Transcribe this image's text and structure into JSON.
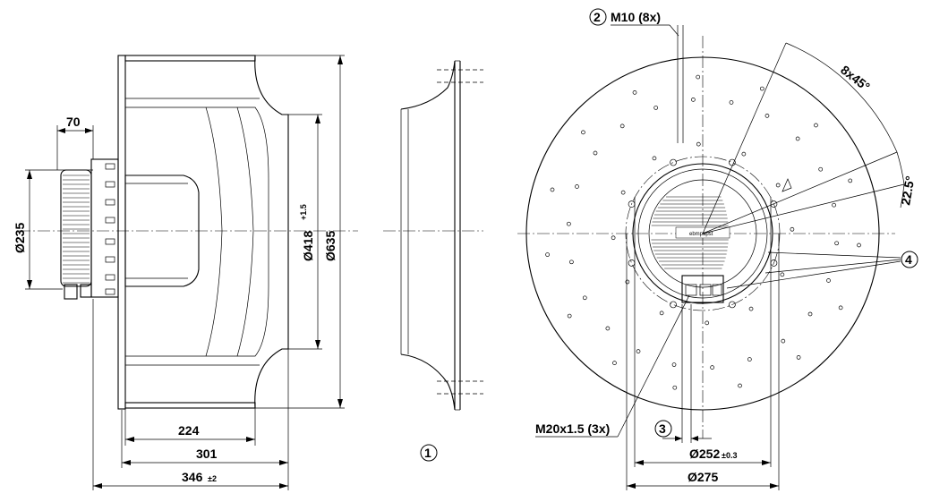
{
  "dimensions": {
    "d235": "Ø235",
    "w70": "70",
    "d418": "Ø418",
    "d418_tol": "+1.5",
    "d635": "Ø635",
    "l224": "224",
    "l301": "301",
    "l346": "346",
    "l346_tol": "±2",
    "d252": "Ø252",
    "d252_tol": "±0.3",
    "d275": "Ø275",
    "angle_8x45": "8x45°",
    "angle_22_5": "22.5°"
  },
  "callouts": {
    "c1": "1",
    "c2": "2",
    "c3": "3",
    "c4": "4",
    "m10_label": "M10 (8x)",
    "m20_label": "M20x1.5 (3x)"
  },
  "brand": "ebmpapst",
  "colors": {
    "line": "#000000",
    "background": "#ffffff"
  }
}
